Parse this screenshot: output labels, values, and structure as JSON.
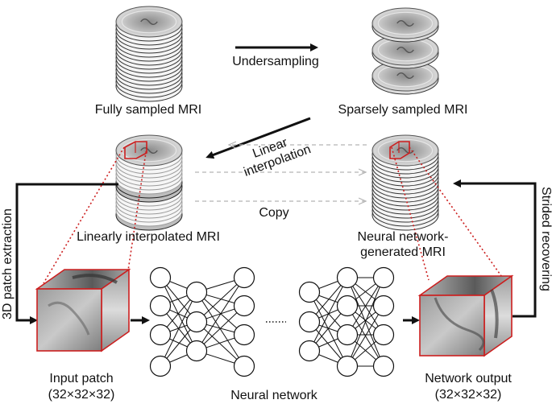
{
  "labels": {
    "undersampling": "Undersampling",
    "fully_sampled": "Fully sampled MRI",
    "sparsely_sampled": "Sparsely sampled MRI",
    "linear_interp_1": "Linear",
    "linear_interp_2": "interpolation",
    "copy": "Copy",
    "linearly_interpolated": "Linearly interpolated MRI",
    "nn_generated_1": "Neural network-",
    "nn_generated_2": "generated MRI",
    "patch_extraction": "3D patch extraction",
    "strided_recovering": "Strided recovering",
    "input_patch_1": "Input patch",
    "input_patch_2": "(32×32×32)",
    "neural_network": "Neural network",
    "network_output_1": "Network output",
    "network_output_2": "(32×32×32)"
  },
  "colors": {
    "highlight": "#cc1f1f",
    "arrow": "#111111",
    "dashed": "#b5b5b5",
    "brain_tissue": "#bfbfbf"
  },
  "network_layers": {
    "left": [
      4,
      3,
      4
    ],
    "right": [
      3,
      4,
      4
    ]
  }
}
